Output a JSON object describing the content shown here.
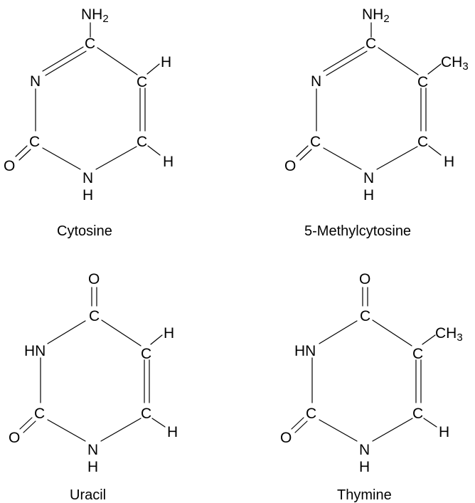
{
  "molecules": [
    {
      "name": "Cytosine",
      "atoms": {
        "n1": "N",
        "c2": "C",
        "n3": "N",
        "c4": "C",
        "c5": "C",
        "c6": "C",
        "o2": "O",
        "h1": "H",
        "h5": "H",
        "h6": "H",
        "n4": "NH",
        "n4_sub": "2"
      }
    },
    {
      "name": "5-Methylcytosine",
      "atoms": {
        "n1": "N",
        "c2": "C",
        "n3": "N",
        "c4": "C",
        "c5": "C",
        "c6": "C",
        "o2": "O",
        "h1": "H",
        "h6": "H",
        "n4": "NH",
        "n4_sub": "2",
        "me": "CH",
        "me_sub": "3"
      }
    },
    {
      "name": "Uracil",
      "atoms": {
        "n1": "N",
        "c2": "C",
        "n3": "HN",
        "c4": "C",
        "c5": "C",
        "c6": "C",
        "o2": "O",
        "o4": "O",
        "h1": "H",
        "h5": "H",
        "h6": "H"
      }
    },
    {
      "name": "Thymine",
      "atoms": {
        "n1": "N",
        "c2": "C",
        "n3": "HN",
        "c4": "C",
        "c5": "C",
        "c6": "C",
        "o2": "O",
        "o4": "O",
        "h1": "H",
        "h6": "H",
        "me": "CH",
        "me_sub": "3"
      }
    }
  ]
}
